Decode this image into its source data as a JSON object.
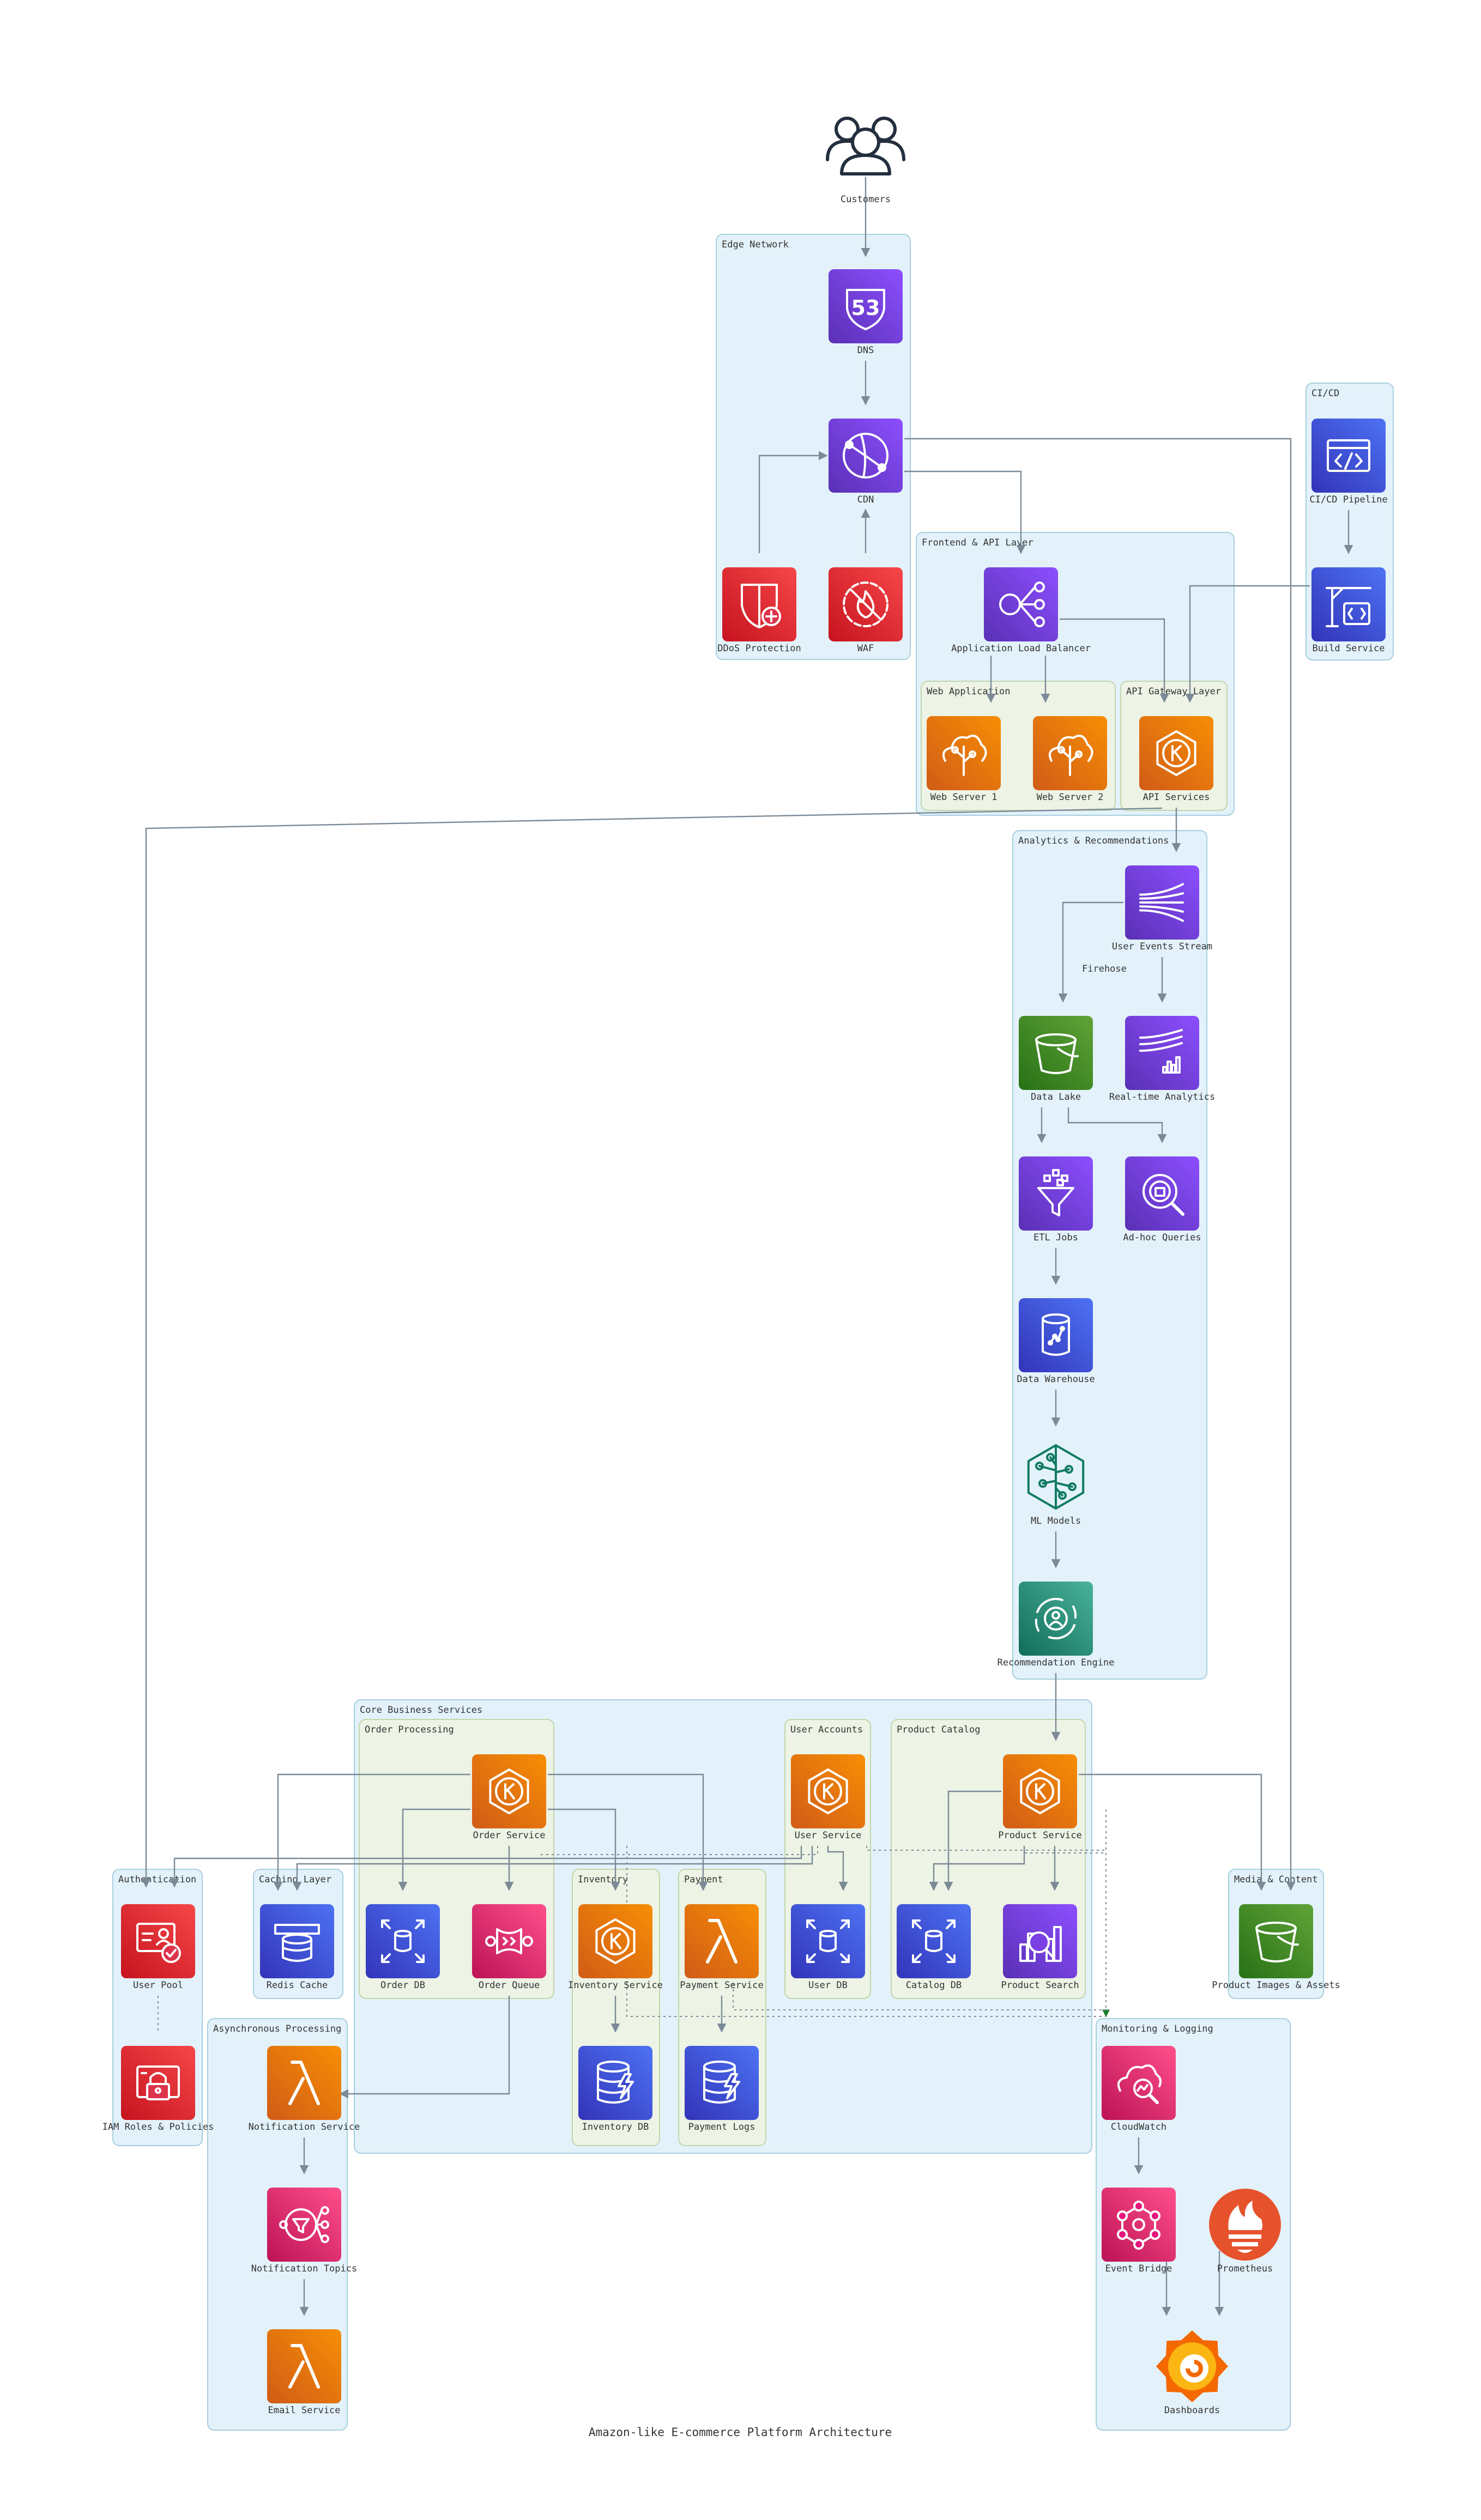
{
  "title": "Amazon-like E-commerce Platform Architecture",
  "colors": {
    "group_fill": "#e3f2fa",
    "group_stroke": "#a8cfe0",
    "subgroup_fill": "#edf3e5",
    "subgroup_stroke": "#c2d6ac",
    "edge": "#7b8a96",
    "text": "#333333",
    "networking_purple": "#7b3fe4",
    "compute_orange": "#ed7100",
    "security_red": "#dd344c",
    "database_blue": "#3b48cc",
    "integration_pink": "#e7157b",
    "storage_green": "#3f8624",
    "ml_teal": "#01a88d"
  },
  "groups": [
    {
      "id": "edge",
      "label": "Edge Network"
    },
    {
      "id": "cicd",
      "label": "CI/CD"
    },
    {
      "id": "frontend",
      "label": "Frontend & API Layer"
    },
    {
      "id": "webapp",
      "label": "Web Application"
    },
    {
      "id": "apigw",
      "label": "API Gateway Layer"
    },
    {
      "id": "analytics",
      "label": "Analytics & Recommendations"
    },
    {
      "id": "core",
      "label": "Core Business Services"
    },
    {
      "id": "order",
      "label": "Order Processing"
    },
    {
      "id": "useraccts",
      "label": "User Accounts"
    },
    {
      "id": "catalog",
      "label": "Product Catalog"
    },
    {
      "id": "auth",
      "label": "Authentication"
    },
    {
      "id": "cache",
      "label": "Caching Layer"
    },
    {
      "id": "inventory",
      "label": "Inventory"
    },
    {
      "id": "payment",
      "label": "Payment"
    },
    {
      "id": "media",
      "label": "Media & Content"
    },
    {
      "id": "async",
      "label": "Asynchronous Processing"
    },
    {
      "id": "monitoring",
      "label": "Monitoring & Logging"
    }
  ],
  "nodes": [
    {
      "id": "customers",
      "label": "Customers",
      "icon": "users-icon"
    },
    {
      "id": "dns",
      "label": "DNS",
      "icon": "route53-icon"
    },
    {
      "id": "cdn",
      "label": "CDN",
      "icon": "cloudfront-icon"
    },
    {
      "id": "ddos",
      "label": "DDoS Protection",
      "icon": "shield-icon"
    },
    {
      "id": "waf",
      "label": "WAF",
      "icon": "waf-icon"
    },
    {
      "id": "cicd_pipeline",
      "label": "CI/CD Pipeline",
      "icon": "codepipeline-icon"
    },
    {
      "id": "build",
      "label": "Build Service",
      "icon": "codebuild-icon"
    },
    {
      "id": "alb",
      "label": "Application Load Balancer",
      "icon": "load-balancer-icon"
    },
    {
      "id": "web1",
      "label": "Web Server 1",
      "icon": "elastic-beanstalk-icon"
    },
    {
      "id": "web2",
      "label": "Web Server 2",
      "icon": "elastic-beanstalk-icon"
    },
    {
      "id": "api",
      "label": "API Services",
      "icon": "kubernetes-icon"
    },
    {
      "id": "events",
      "label": "User Events Stream",
      "icon": "kinesis-icon"
    },
    {
      "id": "datalake",
      "label": "Data Lake",
      "icon": "bucket-icon"
    },
    {
      "id": "rtanalytics",
      "label": "Real-time Analytics",
      "icon": "kinesis-analytics-icon"
    },
    {
      "id": "etl",
      "label": "ETL Jobs",
      "icon": "glue-icon"
    },
    {
      "id": "adhoc",
      "label": "Ad-hoc Queries",
      "icon": "athena-icon"
    },
    {
      "id": "warehouse",
      "label": "Data Warehouse",
      "icon": "redshift-icon"
    },
    {
      "id": "ml",
      "label": "ML Models",
      "icon": "sagemaker-icon"
    },
    {
      "id": "recommend",
      "label": "Recommendation Engine",
      "icon": "personalize-icon"
    },
    {
      "id": "order_svc",
      "label": "Order Service",
      "icon": "kubernetes-icon"
    },
    {
      "id": "user_svc",
      "label": "User Service",
      "icon": "kubernetes-icon"
    },
    {
      "id": "product_svc",
      "label": "Product Service",
      "icon": "kubernetes-icon"
    },
    {
      "id": "userpool",
      "label": "User Pool",
      "icon": "cognito-icon"
    },
    {
      "id": "iam",
      "label": "IAM Roles & Policies",
      "icon": "iam-icon"
    },
    {
      "id": "redis",
      "label": "Redis Cache",
      "icon": "elasticache-icon"
    },
    {
      "id": "orderdb",
      "label": "Order DB",
      "icon": "aurora-icon"
    },
    {
      "id": "orderqueue",
      "label": "Order Queue",
      "icon": "sqs-icon"
    },
    {
      "id": "inventory_svc",
      "label": "Inventory Service",
      "icon": "kubernetes-icon"
    },
    {
      "id": "payment_svc",
      "label": "Payment Service",
      "icon": "lambda-icon"
    },
    {
      "id": "userdb",
      "label": "User DB",
      "icon": "aurora-icon"
    },
    {
      "id": "catalogdb",
      "label": "Catalog DB",
      "icon": "aurora-icon"
    },
    {
      "id": "search",
      "label": "Product Search",
      "icon": "opensearch-icon"
    },
    {
      "id": "images",
      "label": "Product Images & Assets",
      "icon": "bucket-icon"
    },
    {
      "id": "inventorydb",
      "label": "Inventory DB",
      "icon": "dynamodb-icon"
    },
    {
      "id": "paymentlogs",
      "label": "Payment Logs",
      "icon": "dynamodb-icon"
    },
    {
      "id": "notify_svc",
      "label": "Notification Service",
      "icon": "lambda-icon"
    },
    {
      "id": "topics",
      "label": "Notification Topics",
      "icon": "sns-icon"
    },
    {
      "id": "email",
      "label": "Email Service",
      "icon": "lambda-icon"
    },
    {
      "id": "cloudwatch",
      "label": "CloudWatch",
      "icon": "cloudwatch-icon"
    },
    {
      "id": "eventbridge",
      "label": "Event Bridge",
      "icon": "eventbridge-icon"
    },
    {
      "id": "prometheus",
      "label": "Prometheus",
      "icon": "prometheus-icon"
    },
    {
      "id": "dashboards",
      "label": "Dashboards",
      "icon": "grafana-icon"
    }
  ],
  "edge_labels": [
    {
      "id": "firehose",
      "label": "Firehose"
    }
  ]
}
